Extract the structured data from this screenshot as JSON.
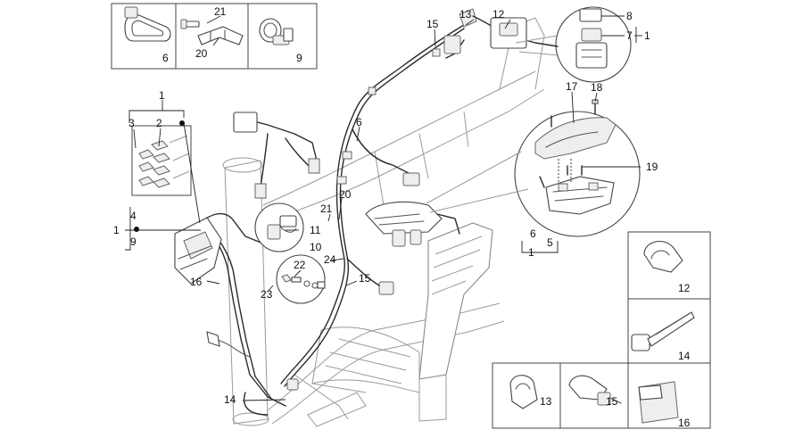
{
  "diagram": {
    "callouts": [
      {
        "id": "c6-box",
        "text": "6"
      },
      {
        "id": "c21-top",
        "text": "21"
      },
      {
        "id": "c20-top",
        "text": "20"
      },
      {
        "id": "c9-box",
        "text": "9"
      },
      {
        "id": "c15-top",
        "text": "15"
      },
      {
        "id": "c13-top",
        "text": "13"
      },
      {
        "id": "c12-top",
        "text": "12"
      },
      {
        "id": "c8",
        "text": "8"
      },
      {
        "id": "c7",
        "text": "7"
      },
      {
        "id": "c1-right",
        "text": "1"
      },
      {
        "id": "c17",
        "text": "17"
      },
      {
        "id": "c18",
        "text": "18"
      },
      {
        "id": "c19",
        "text": "19"
      },
      {
        "id": "c6-mid",
        "text": "6"
      },
      {
        "id": "c5",
        "text": "5"
      },
      {
        "id": "c1-mid",
        "text": "1"
      },
      {
        "id": "c6-harness",
        "text": "6"
      },
      {
        "id": "c1-left-top",
        "text": "1"
      },
      {
        "id": "c2",
        "text": "2"
      },
      {
        "id": "c3",
        "text": "3"
      },
      {
        "id": "c4",
        "text": "4"
      },
      {
        "id": "c1-left",
        "text": "1"
      },
      {
        "id": "c9-left",
        "text": "9"
      },
      {
        "id": "c11",
        "text": "11"
      },
      {
        "id": "c10",
        "text": "10"
      },
      {
        "id": "c20-mid",
        "text": "20"
      },
      {
        "id": "c21-mid",
        "text": "21"
      },
      {
        "id": "c22",
        "text": "22"
      },
      {
        "id": "c24",
        "text": "24"
      },
      {
        "id": "c23",
        "text": "23"
      },
      {
        "id": "c15-mid",
        "text": "15"
      },
      {
        "id": "c16-left",
        "text": "16"
      },
      {
        "id": "c14-bottom",
        "text": "14"
      },
      {
        "id": "c12-box",
        "text": "12"
      },
      {
        "id": "c14-box",
        "text": "14"
      },
      {
        "id": "c13-box",
        "text": "13"
      },
      {
        "id": "c15-box",
        "text": "15"
      },
      {
        "id": "c16-box",
        "text": "16"
      }
    ]
  }
}
